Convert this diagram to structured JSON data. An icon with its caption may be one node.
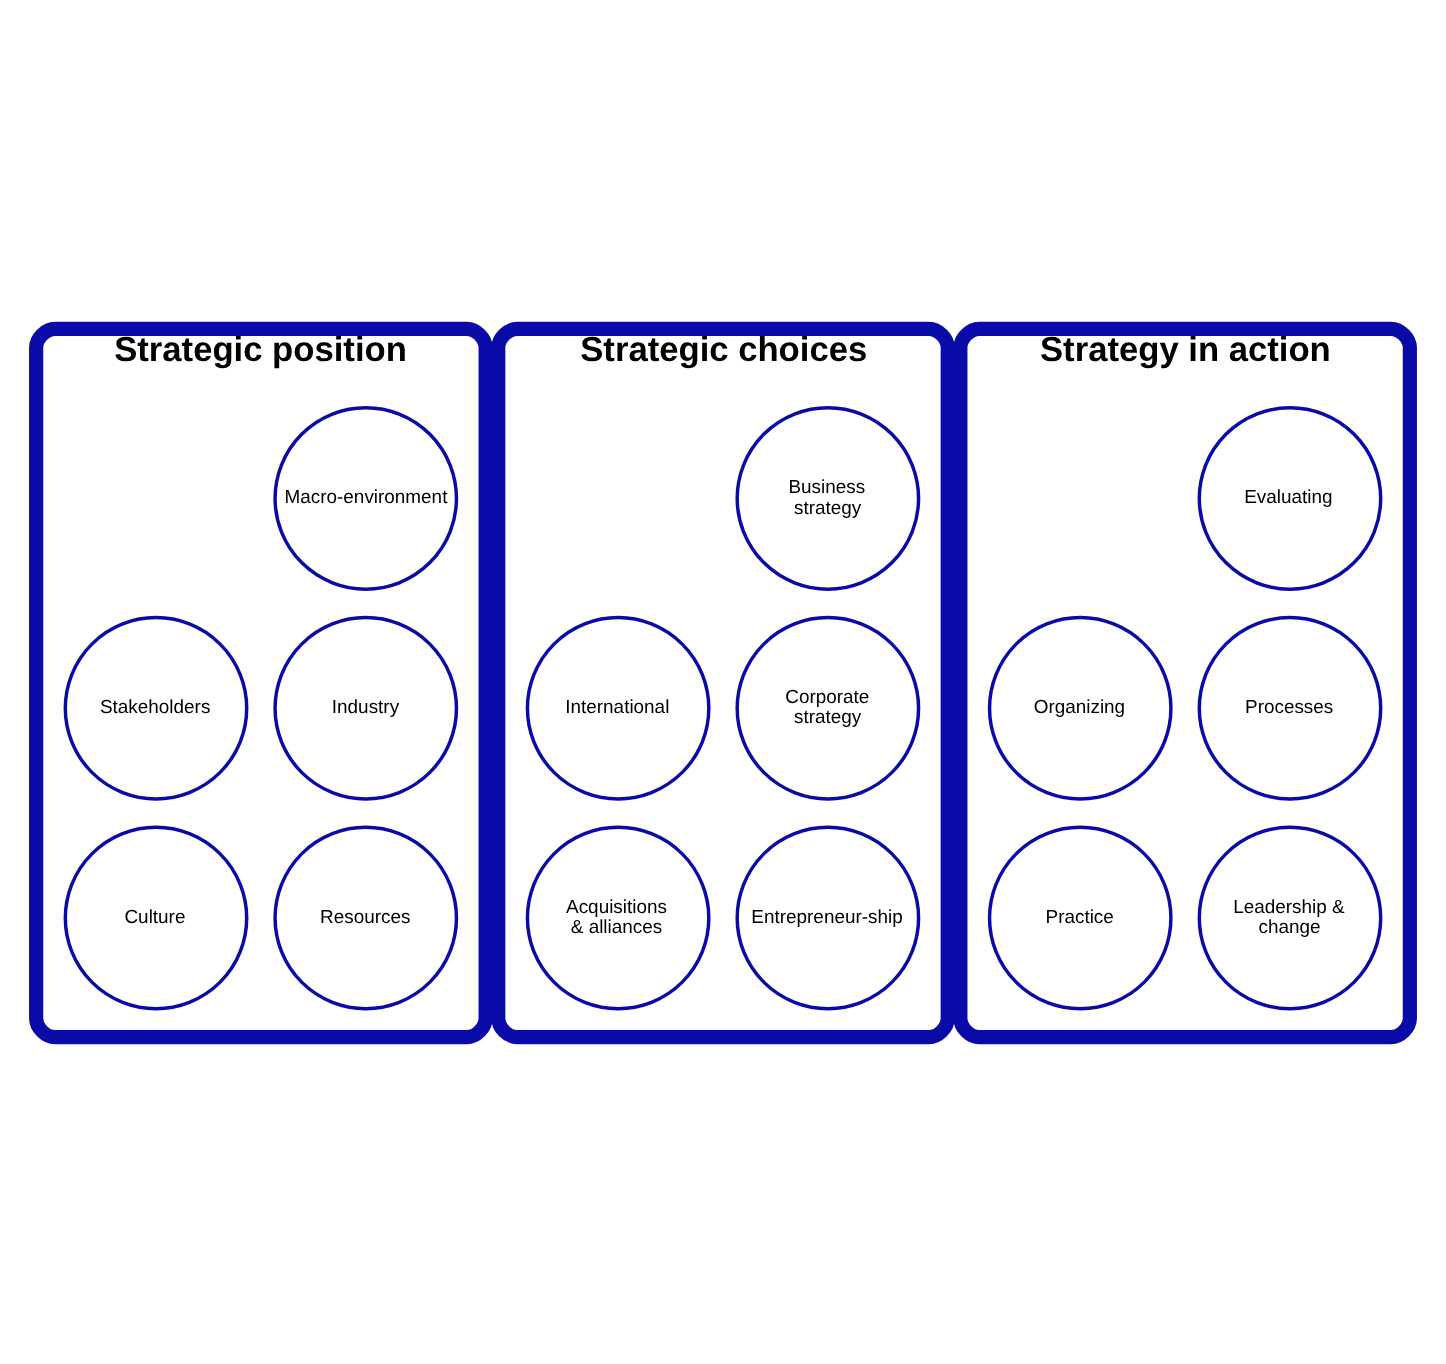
{
  "diagram": {
    "nodes": [
      {
        "text": [
          "Strategic position"
        ]
      },
      {
        "text": [
          "Macro-environment"
        ],
        "in": 0
      },
      {
        "text": [
          "Industry"
        ],
        "in": 0
      },
      {
        "text": [
          "Stakeholders"
        ],
        "in": 0
      },
      {
        "text": [
          "Resources"
        ],
        "in": 0
      },
      {
        "text": [
          "Culture"
        ],
        "in": 0
      },
      {
        "text": [
          "Strategic choices"
        ]
      },
      {
        "text": [
          "Business strategy"
        ],
        "in": 6
      },
      {
        "text": [
          "Corporate strategy"
        ],
        "in": 6
      },
      {
        "text": [
          "International"
        ],
        "in": 6
      },
      {
        "text": [
          "Entrepreneur-ship"
        ],
        "in": 6
      },
      {
        "text": [
          "Acquisitions & alliances"
        ],
        "in": 6
      },
      {
        "text": [
          "Strategy in action"
        ]
      },
      {
        "text": [
          "Evaluating"
        ],
        "in": 12
      },
      {
        "text": [
          "Processes"
        ],
        "in": 12
      },
      {
        "text": [
          "Organizing"
        ],
        "in": 12
      },
      {
        "text": [
          "Leadership & change"
        ],
        "in": 12
      },
      {
        "text": [
          "Practice"
        ],
        "in": 12
      }
    ],
    "edges": []
  }
}
